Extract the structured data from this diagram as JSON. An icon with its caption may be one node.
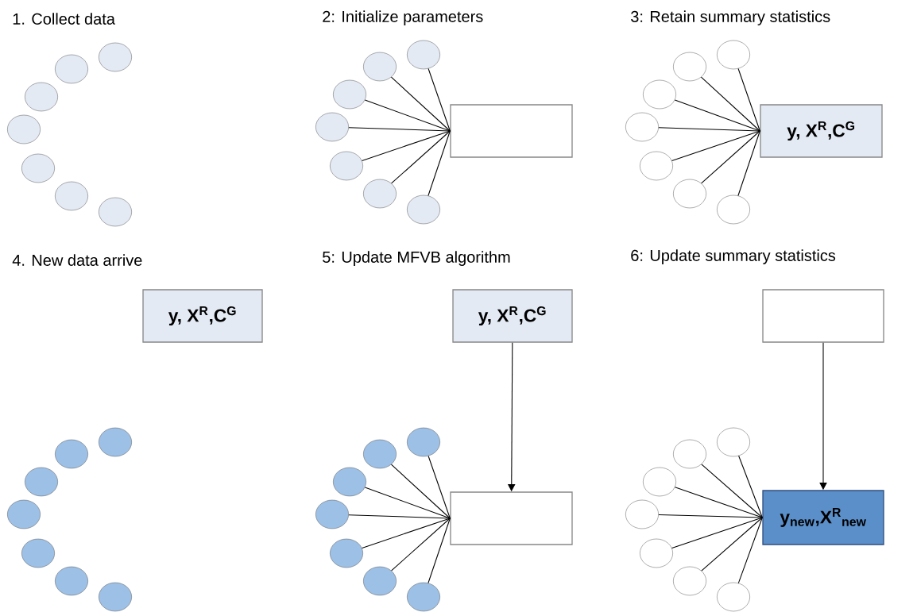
{
  "diagram": {
    "nodes": [
      {
        "text": [],
        "shape": "circle"
      },
      {
        "text": [],
        "shape": "circle"
      },
      {
        "text": [],
        "shape": "circle"
      },
      {
        "text": [],
        "shape": "circle"
      },
      {
        "text": [],
        "shape": "circle"
      },
      {
        "text": [],
        "shape": "circle"
      },
      {
        "text": [],
        "shape": "circle"
      },
      {
        "text": [],
        "shape": "circle"
      },
      {
        "text": [],
        "shape": "circle"
      },
      {
        "text": [],
        "shape": "circle"
      },
      {
        "text": [],
        "shape": "circle"
      },
      {
        "text": [],
        "shape": "circle"
      },
      {
        "text": [],
        "shape": "circle"
      },
      {
        "text": [],
        "shape": "circle"
      },
      {
        "text": [],
        "shape": "box"
      },
      {
        "text": [],
        "shape": "circle"
      },
      {
        "text": [],
        "shape": "circle"
      },
      {
        "text": [],
        "shape": "circle"
      },
      {
        "text": [],
        "shape": "circle"
      },
      {
        "text": [],
        "shape": "circle"
      },
      {
        "text": [],
        "shape": "circle"
      },
      {
        "text": [],
        "shape": "circle"
      },
      {
        "text": [
          "y, X$^{R}$,C$^{G}$"
        ]
      },
      {
        "text": [
          "y, X$^{R}$,C$^{G}$"
        ]
      },
      {
        "text": [],
        "shape": "circle"
      },
      {
        "text": [],
        "shape": "circle"
      },
      {
        "text": [],
        "shape": "circle"
      },
      {
        "text": [],
        "shape": "circle"
      },
      {
        "text": [],
        "shape": "circle"
      },
      {
        "text": [],
        "shape": "circle"
      },
      {
        "text": [],
        "shape": "circle"
      },
      {
        "text": [
          "y, X$^{R}$,C$^{G}$"
        ]
      },
      {
        "text": [],
        "shape": "circle"
      },
      {
        "text": [],
        "shape": "circle"
      },
      {
        "text": [],
        "shape": "circle"
      },
      {
        "text": [],
        "shape": "circle"
      },
      {
        "text": [],
        "shape": "circle"
      },
      {
        "text": [],
        "shape": "circle"
      },
      {
        "text": [],
        "shape": "circle"
      },
      {
        "text": [],
        "shape": "box"
      },
      {
        "text": [],
        "shape": "box"
      },
      {
        "text": [],
        "shape": "circle"
      },
      {
        "text": [],
        "shape": "circle"
      },
      {
        "text": [],
        "shape": "circle"
      },
      {
        "text": [],
        "shape": "circle"
      },
      {
        "text": [],
        "shape": "circle"
      },
      {
        "text": [],
        "shape": "circle"
      },
      {
        "text": [],
        "shape": "circle"
      },
      {
        "text": [
          "y$_{new}$,X$^{R}$$_{new}$"
        ]
      }
    ],
    "edges": [
      {
        "from": 7,
        "to": 14,
        "arrow": "none"
      },
      {
        "from": 8,
        "to": 14,
        "arrow": "none"
      },
      {
        "from": 9,
        "to": 14,
        "arrow": "none"
      },
      {
        "from": 10,
        "to": 14,
        "arrow": "none"
      },
      {
        "from": 11,
        "to": 14,
        "arrow": "none"
      },
      {
        "from": 12,
        "to": 14,
        "arrow": "none"
      },
      {
        "from": 13,
        "to": 14,
        "arrow": "none"
      },
      {
        "from": 15,
        "to": 22,
        "arrow": "none"
      },
      {
        "from": 16,
        "to": 22,
        "arrow": "none"
      },
      {
        "from": 17,
        "to": 22,
        "arrow": "none"
      },
      {
        "from": 18,
        "to": 22,
        "arrow": "none"
      },
      {
        "from": 19,
        "to": 22,
        "arrow": "none"
      },
      {
        "from": 20,
        "to": 22,
        "arrow": "none"
      },
      {
        "from": 21,
        "to": 22,
        "arrow": "none"
      },
      {
        "from": 31,
        "to": 39,
        "arrow": "to"
      },
      {
        "from": 32,
        "to": 39,
        "arrow": "none"
      },
      {
        "from": 33,
        "to": 39,
        "arrow": "none"
      },
      {
        "from": 34,
        "to": 39,
        "arrow": "none"
      },
      {
        "from": 35,
        "to": 39,
        "arrow": "none"
      },
      {
        "from": 36,
        "to": 39,
        "arrow": "none"
      },
      {
        "from": 37,
        "to": 39,
        "arrow": "none"
      },
      {
        "from": 38,
        "to": 39,
        "arrow": "none"
      },
      {
        "from": 40,
        "to": 48,
        "arrow": "to"
      },
      {
        "from": 41,
        "to": 48,
        "arrow": "none"
      },
      {
        "from": 42,
        "to": 48,
        "arrow": "none"
      },
      {
        "from": 43,
        "to": 48,
        "arrow": "none"
      },
      {
        "from": 44,
        "to": 48,
        "arrow": "none"
      },
      {
        "from": 45,
        "to": 48,
        "arrow": "none"
      },
      {
        "from": 46,
        "to": 48,
        "arrow": "none"
      },
      {
        "from": 47,
        "to": 48,
        "arrow": "none"
      }
    ],
    "labels": [
      "1. Collect data",
      "2: Initialize parameters",
      "3: Retain summary statistics",
      "4. New data arrive",
      "5: Update MFVB algorithm",
      "6: Update summary statistics"
    ]
  }
}
